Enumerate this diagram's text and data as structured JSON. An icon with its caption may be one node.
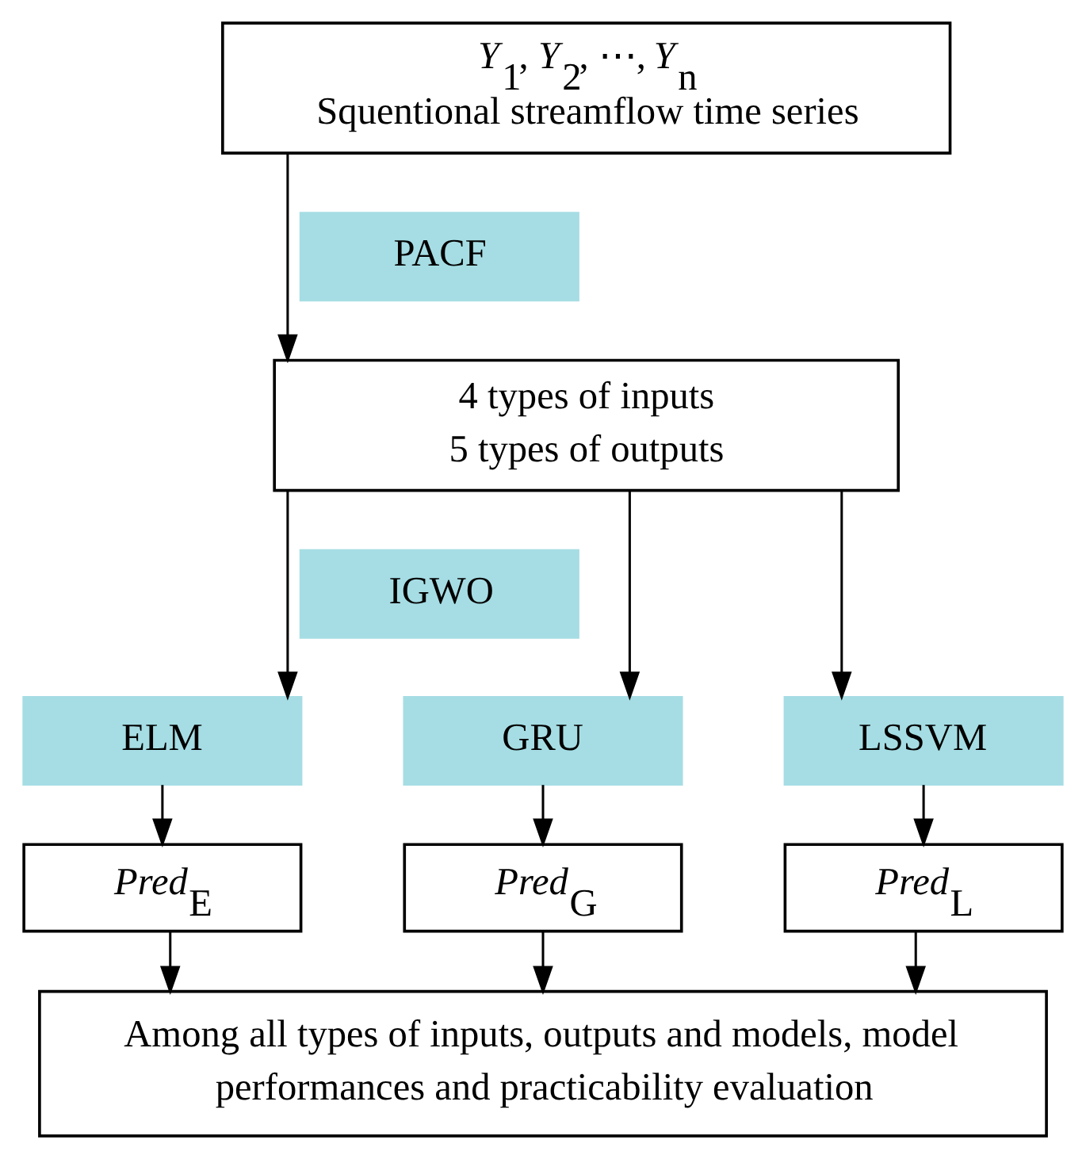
{
  "diagram": {
    "nodes": [
      {
        "text": [
          "*Y*$_{1}$, *Y*$_{2}$, ⋯, *Y*$_{n}$",
          "Squentional streamflow time series"
        ]
      },
      {
        "text": [
          "PACF"
        ]
      },
      {
        "text": [
          "4 types of inputs",
          "5 types of outputs"
        ]
      },
      {
        "text": [
          "IGWO"
        ]
      },
      {
        "text": [
          "ELM"
        ]
      },
      {
        "text": [
          "GRU"
        ]
      },
      {
        "text": [
          "LSSVM"
        ]
      },
      {
        "text": [
          "*Pred*$_{E}$"
        ]
      },
      {
        "text": [
          "*Pred*$_{G}$"
        ]
      },
      {
        "text": [
          "*Pred*$_{L}$"
        ]
      },
      {
        "text": [
          "Among all types of inputs, outputs and models, model performances and practicability evaluation"
        ]
      }
    ],
    "edges": [
      {
        "from": 0,
        "to": 2,
        "arrow": "to"
      },
      {
        "from": 2,
        "to": 4,
        "arrow": "to"
      },
      {
        "from": 2,
        "to": 5,
        "arrow": "to"
      },
      {
        "from": 2,
        "to": 6,
        "arrow": "to"
      },
      {
        "from": 4,
        "to": 7,
        "arrow": "to"
      },
      {
        "from": 5,
        "to": 8,
        "arrow": "to"
      },
      {
        "from": 6,
        "to": 9,
        "arrow": "to"
      },
      {
        "from": 7,
        "to": 10,
        "arrow": "to"
      },
      {
        "from": 8,
        "to": 10,
        "arrow": "to"
      },
      {
        "from": 9,
        "to": 10,
        "arrow": "to"
      }
    ]
  }
}
